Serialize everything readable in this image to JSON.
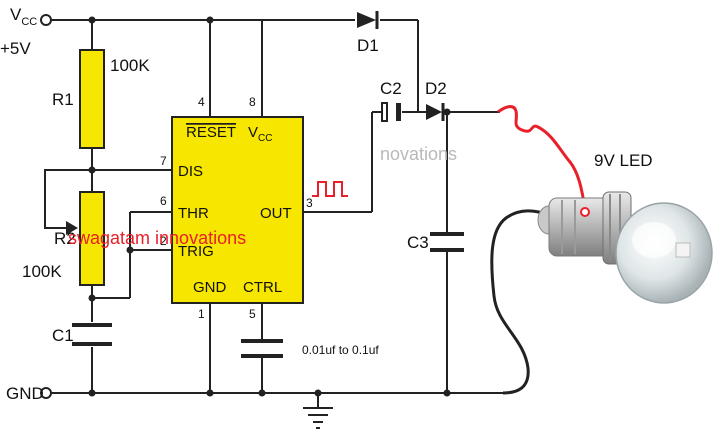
{
  "rails": {
    "vcc_label": "V",
    "vcc_sub": "CC",
    "vcc_value": "+5V",
    "gnd_label": "GND"
  },
  "resistors": {
    "r1_label": "R1",
    "r1_value": "100K",
    "r2_label": "R2",
    "r2_value": "100K"
  },
  "capacitors": {
    "c1_label": "C1",
    "c2_label": "C2",
    "c3_label": "C3",
    "ctrl_cap_value": "0.01uf to 0.1uf"
  },
  "diodes": {
    "d1_label": "D1",
    "d2_label": "D2"
  },
  "ic": {
    "reset": "RESET",
    "vcc": "V",
    "vcc_sub": "CC",
    "dis": "DIS",
    "thr": "THR",
    "trig": "TRIG",
    "out": "OUT",
    "gnd": "GND",
    "ctrl": "CTRL",
    "pins": {
      "p4": "4",
      "p8": "8",
      "p7": "7",
      "p6": "6",
      "p2": "2",
      "p3": "3",
      "p1": "1",
      "p5": "5"
    }
  },
  "led": {
    "label": "9V LED"
  },
  "watermarks": {
    "red": "swagatam innovations",
    "gray": "novations"
  },
  "colors": {
    "chip_fill": "#f6e600",
    "resistor_fill": "#f6e600",
    "led_wire_red": "#e8202a",
    "watermark_red": "#e8202a"
  }
}
